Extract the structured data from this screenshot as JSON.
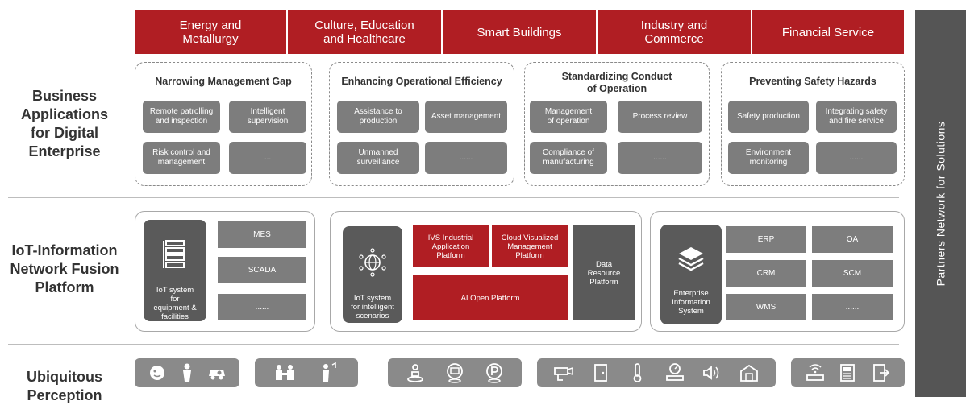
{
  "rows": {
    "business": "Business\nApplications\nfor Digital\nEnterprise",
    "iot": "IoT-Information\nNetwork Fusion\nPlatform",
    "perception": "Ubiquitous\nPerception"
  },
  "sectors": [
    "Energy and\nMetallurgy",
    "Culture, Education\nand Healthcare",
    "Smart Buildings",
    "Industry and\nCommerce",
    "Financial Service"
  ],
  "business_groups": [
    {
      "title": "Narrowing Management Gap",
      "items": [
        "Remote patrolling\nand inspection",
        "Intelligent\nsupervision",
        "Risk control and\nmanagement",
        "..."
      ]
    },
    {
      "title": "Enhancing Operational Efficiency",
      "items": [
        "Assistance to\nproduction",
        "Asset management",
        "Unmanned\nsurveillance",
        "......"
      ]
    },
    {
      "title": "Standardizing Conduct\nof Operation",
      "items": [
        "Management\nof operation",
        "Process review",
        "Compliance of\nmanufacturing",
        "......"
      ]
    },
    {
      "title": "Preventing Safety Hazards",
      "items": [
        "Safety production",
        "Integrating safety\nand fire service",
        "Environment\nmonitoring",
        "......"
      ]
    }
  ],
  "iot_left": {
    "system_label": "IoT system\nfor\nequipment &\nfacilities",
    "items": [
      "MES",
      "SCADA",
      "......"
    ]
  },
  "iot_middle": {
    "system_label": "IoT system\nfor intelligent\nscenarios",
    "ivs": "IVS Industrial\nApplication\nPlatform",
    "cloud": "Cloud Visualized\nManagement\nPlatform",
    "ai": "AI Open Platform",
    "data": "Data\nResource\nPlatform"
  },
  "iot_right": {
    "system_label": "Enterprise\nInformation\nSystem",
    "items": [
      "ERP",
      "OA",
      "CRM",
      "SCM",
      "WMS",
      "......"
    ]
  },
  "perception_groups": [
    [
      "face-recognition-icon",
      "person-icon",
      "vehicle-icon"
    ],
    [
      "meeting-icon",
      "worker-icon"
    ],
    [
      "location-person-icon",
      "location-bus-icon",
      "location-parking-icon"
    ],
    [
      "camera-icon",
      "door-icon",
      "thermometer-icon",
      "gauge-valve-icon",
      "speaker-icon",
      "factory-icon"
    ],
    [
      "wifi-router-icon",
      "payment-terminal-icon",
      "exit-icon"
    ]
  ],
  "sidebar": "Partners Network  for Solutions",
  "colors": {
    "brand_red": "#b01e23",
    "gray_button": "#7d7d7d",
    "dark_gray": "#5a5a5a",
    "sidebar": "#555555"
  }
}
